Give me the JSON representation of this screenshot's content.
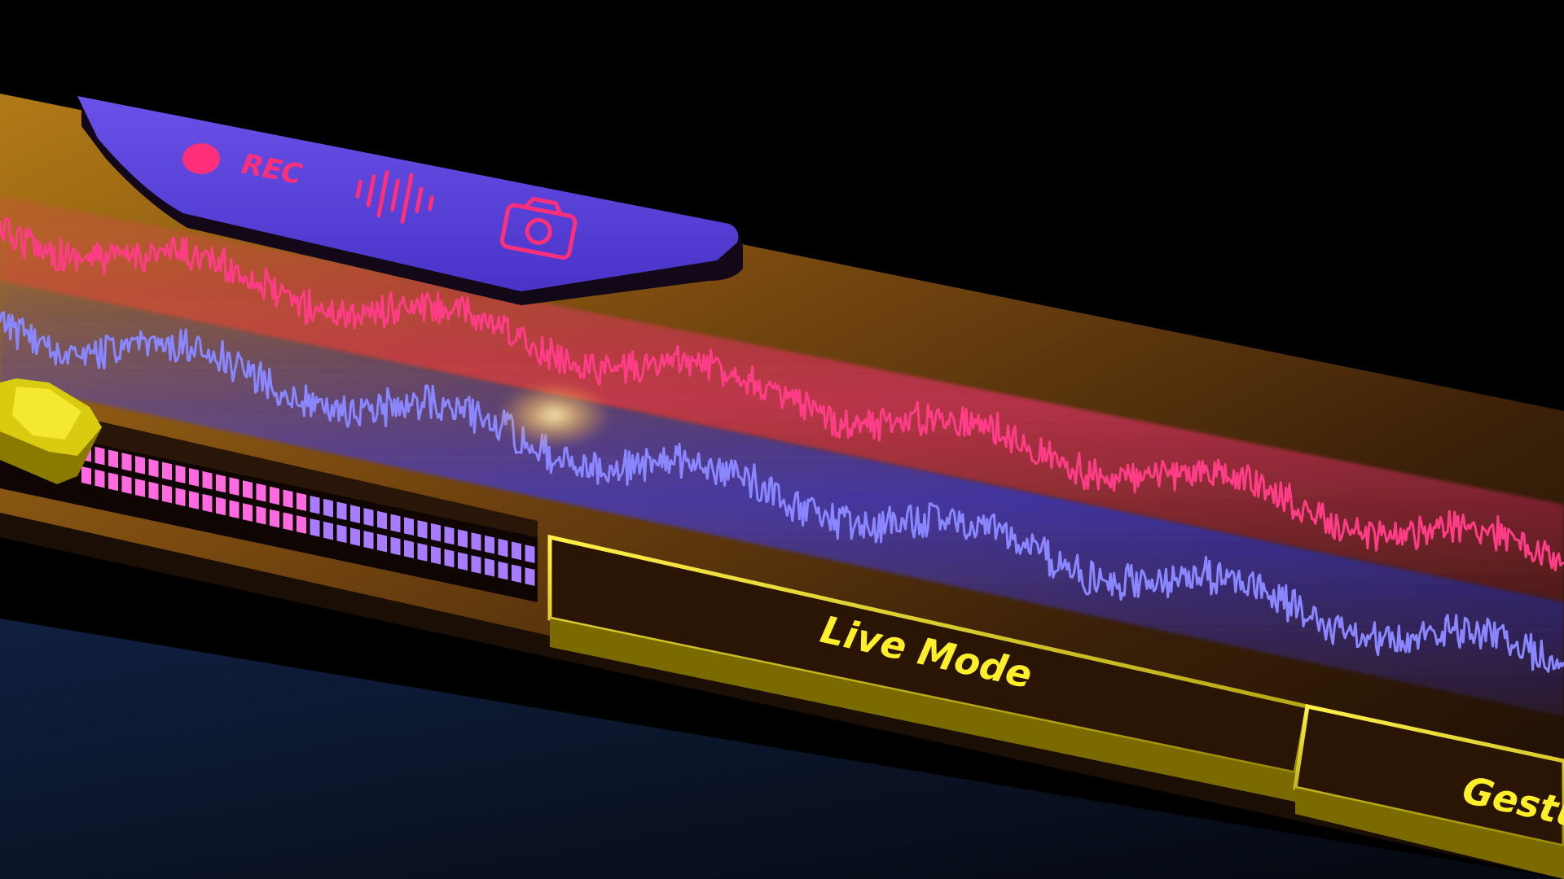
{
  "toolbar": {
    "record_icon": "record-dot-icon",
    "rec_label": "REC",
    "audio_icon": "audio-waveform-icon",
    "camera_icon": "camera-icon",
    "accent": "#ff2f7a",
    "panel_color": "#5a3fd8"
  },
  "waveforms": {
    "top_color": "#ff2f7a",
    "bottom_color": "#7f7cff"
  },
  "level_meter": {
    "colors": [
      "#ff6ae0",
      "#a77cff"
    ]
  },
  "modes": {
    "live": "Live Mode",
    "gesture": "Gestu",
    "accent": "#ffef2a"
  }
}
